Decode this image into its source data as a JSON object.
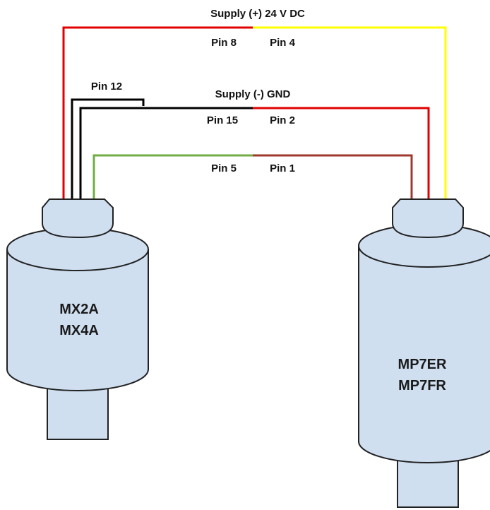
{
  "labels": {
    "supply_pos": "Supply (+) 24 V DC",
    "supply_neg": "Supply (-) GND",
    "pin_12": "Pin 12",
    "pin_8": "Pin 8",
    "pin_4": "Pin 4",
    "pin_15": "Pin 15",
    "pin_2": "Pin 2",
    "pin_5": "Pin 5",
    "pin_1": "Pin 1"
  },
  "devices": {
    "left": {
      "line1": "MX2A",
      "line2": "MX4A"
    },
    "right": {
      "line1": "MP7ER",
      "line2": "MP7FR"
    }
  },
  "wire_colors": {
    "red": "#e00000",
    "yellow": "#ffff00",
    "black": "#000000",
    "green": "#70ad47",
    "brown": "#a0392d"
  },
  "device_color": "#cfdff0"
}
